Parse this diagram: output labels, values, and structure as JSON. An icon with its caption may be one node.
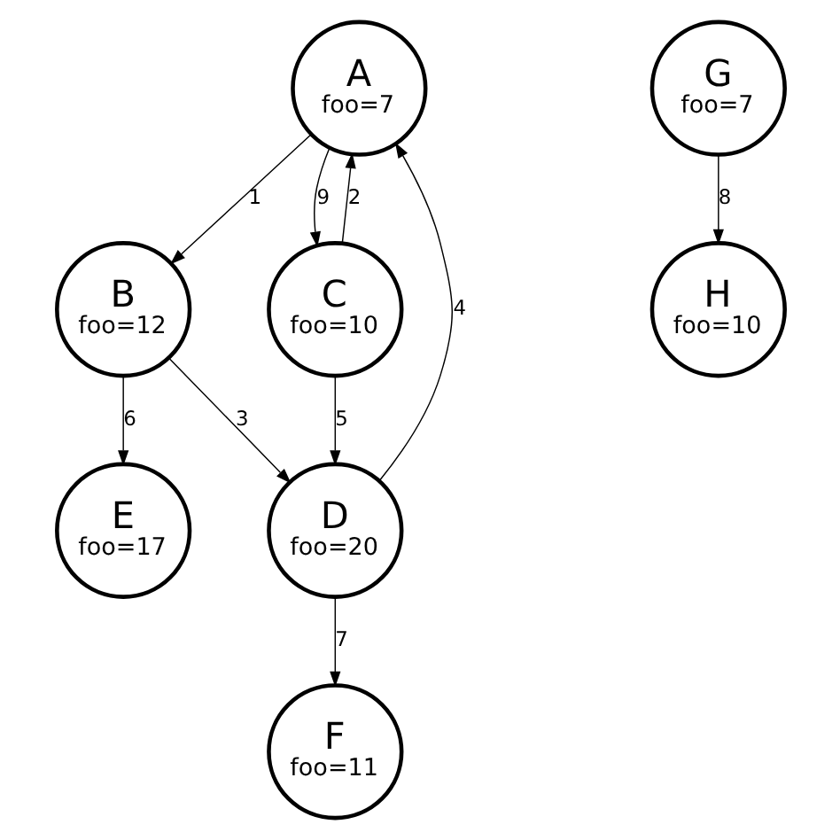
{
  "diagram": {
    "nodes": [
      {
        "text": [
          "A",
          "foo=7"
        ]
      },
      {
        "text": [
          "B",
          "foo=12"
        ]
      },
      {
        "text": [
          "C",
          "foo=10"
        ]
      },
      {
        "text": [
          "D",
          "foo=20"
        ]
      },
      {
        "text": [
          "E",
          "foo=17"
        ]
      },
      {
        "text": [
          "F",
          "foo=11"
        ]
      },
      {
        "text": [
          "G",
          "foo=7"
        ]
      },
      {
        "text": [
          "H",
          "foo=10"
        ]
      }
    ],
    "edges": [
      {
        "from": 0,
        "to": 1,
        "arrow": "to",
        "label": "1"
      },
      {
        "from": 2,
        "to": 0,
        "arrow": "to",
        "label": "2"
      },
      {
        "from": 1,
        "to": 3,
        "arrow": "to",
        "label": "3"
      },
      {
        "from": 3,
        "to": 0,
        "arrow": "to",
        "label": "4"
      },
      {
        "from": 2,
        "to": 3,
        "arrow": "to",
        "label": "5"
      },
      {
        "from": 1,
        "to": 4,
        "arrow": "to",
        "label": "6"
      },
      {
        "from": 3,
        "to": 5,
        "arrow": "to",
        "label": "7"
      },
      {
        "from": 6,
        "to": 7,
        "arrow": "to",
        "label": "8"
      },
      {
        "from": 0,
        "to": 2,
        "arrow": "to",
        "label": "9"
      }
    ]
  }
}
